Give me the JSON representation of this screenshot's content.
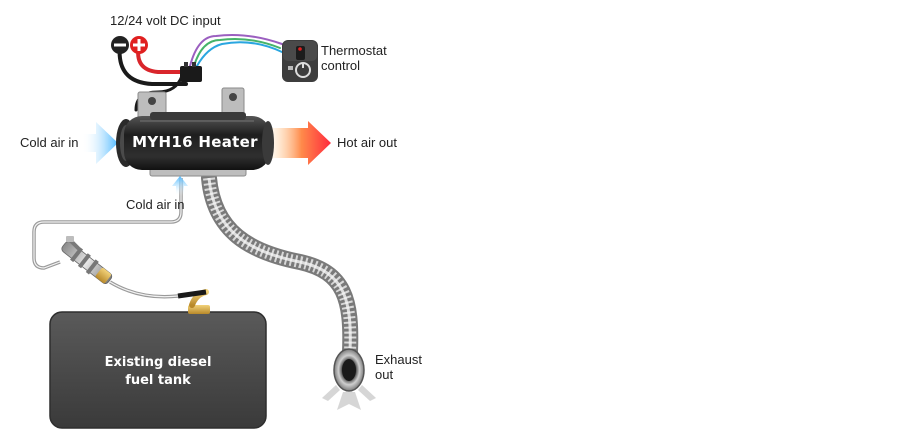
{
  "labels": {
    "power_input": "12/24 volt DC input",
    "thermostat_line1": "Thermostat",
    "thermostat_line2": "control",
    "cold_air_left": "Cold air in",
    "cold_air_bottom": "Cold air in",
    "hot_air_out": "Hot air out",
    "heater_name": "MYH16 Heater",
    "exhaust_line1": "Exhaust",
    "exhaust_line2": "out",
    "tank_line1": "Existing diesel",
    "tank_line2": "fuel tank"
  },
  "colors": {
    "cold_air": "#4db8ff",
    "hot_air": "#ff2a3d",
    "positive_terminal": "#e02020",
    "negative_terminal": "#222222",
    "wire_red": "#d9252b",
    "wire_black": "#1a1a1a",
    "wire_blue": "#2aa6e0",
    "wire_green": "#46b36a",
    "wire_purple": "#9b5fc0",
    "tank": "#4a4a4a",
    "heater_body": "#2b2b2b",
    "hose": "#9a9a9a"
  },
  "icons": {
    "negative_terminal": "minus-icon",
    "positive_terminal": "plus-icon",
    "thermostat": "thermostat-dial-icon",
    "exhaust": "exhaust-outlet-icon"
  }
}
